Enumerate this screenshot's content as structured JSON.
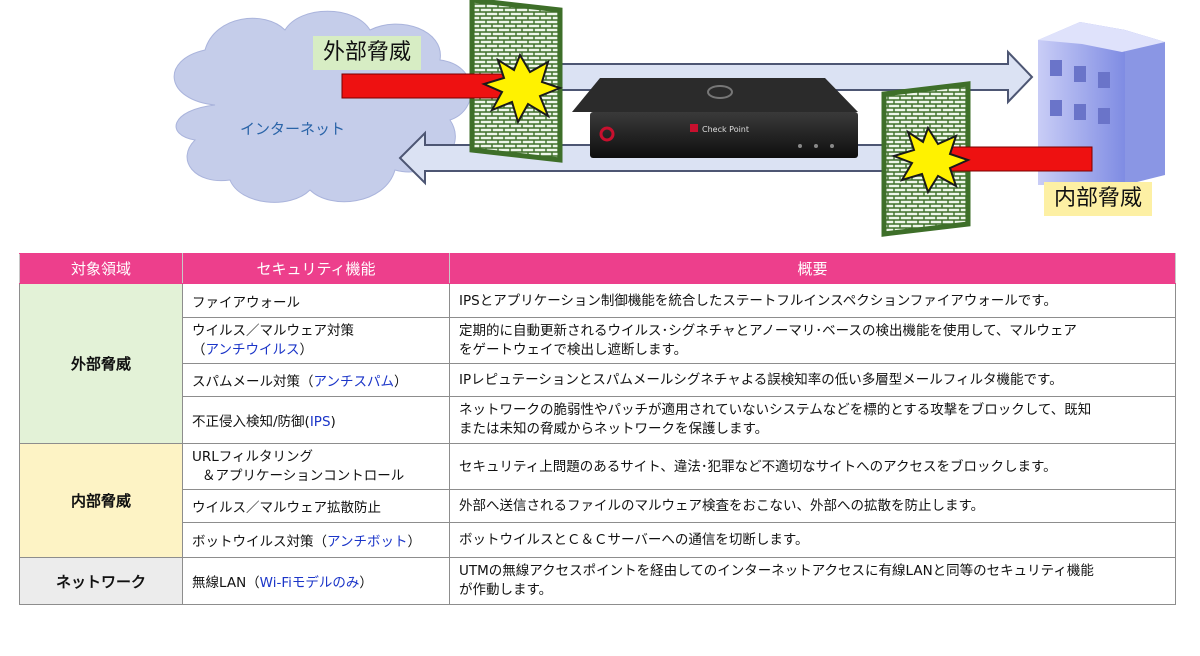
{
  "diagram": {
    "cloud_label": "インターネット",
    "external_threat_label": "外部脅威",
    "internal_threat_label": "内部脅威",
    "device_brand": "Check Point",
    "colors": {
      "cloud": "#c5cdea",
      "firewall": "#3e6f29",
      "burst": "#fff200",
      "threat_arrow": "#ee1111",
      "flow_arrow": "#dbe2f3",
      "building": "#7f8ce3"
    }
  },
  "table": {
    "headers": [
      "対象領域",
      "セキュリティ機能",
      "概要"
    ],
    "areas": {
      "external": "外部脅威",
      "internal": "内部脅威",
      "network": "ネットワーク"
    },
    "rows": [
      {
        "func": "ファイアウォール",
        "desc": "IPSとアプリケーション制御機能を統合したステートフルインスペクションファイアウォールです。"
      },
      {
        "func_line1": "ウイルス／マルウェア対策",
        "func_line2_pre": "（",
        "func_line2_hl": "アンチウイルス",
        "func_line2_post": "）",
        "desc_line1": "定期的に自動更新されるウイルス･シグネチャとアノーマリ･ベースの検出機能を使用して、マルウェア",
        "desc_line2": "をゲートウェイで検出し遮断します。"
      },
      {
        "func_pre": "スパムメール対策（",
        "func_hl": "アンチスパム",
        "func_post": "）",
        "desc": "IPレピュテーションとスパムメールシグネチャよる誤検知率の低い多層型メールフィルタ機能です。"
      },
      {
        "func_pre": "不正侵入検知/防御(",
        "func_hl": "IPS",
        "func_post": ")",
        "desc_line1": "ネットワークの脆弱性やパッチが適用されていないシステムなどを標的とする攻撃をブロックして、既知",
        "desc_line2": "または未知の脅威からネットワークを保護します。"
      },
      {
        "func_line1": "URLフィルタリング",
        "func_line2": "＆アプリケーションコントロール",
        "desc": "セキュリティ上問題のあるサイト、違法･犯罪など不適切なサイトへのアクセスをブロックします。"
      },
      {
        "func": "ウイルス／マルウェア拡散防止",
        "desc": "外部へ送信されるファイルのマルウェア検査をおこない、外部への拡散を防止します。"
      },
      {
        "func_pre": "ボットウイルス対策（",
        "func_hl": "アンチボット",
        "func_post": "）",
        "desc": "ボットウイルスとＣ＆Ｃサーバーへの通信を切断します。"
      },
      {
        "func_pre": "無線LAN（",
        "func_hl": "Wi-Fiモデルのみ",
        "func_post": "）",
        "desc_line1": "UTMの無線アクセスポイントを経由してのインターネットアクセスに有線LANと同等のセキュリティ機能",
        "desc_line2": "が作動します。"
      }
    ]
  }
}
